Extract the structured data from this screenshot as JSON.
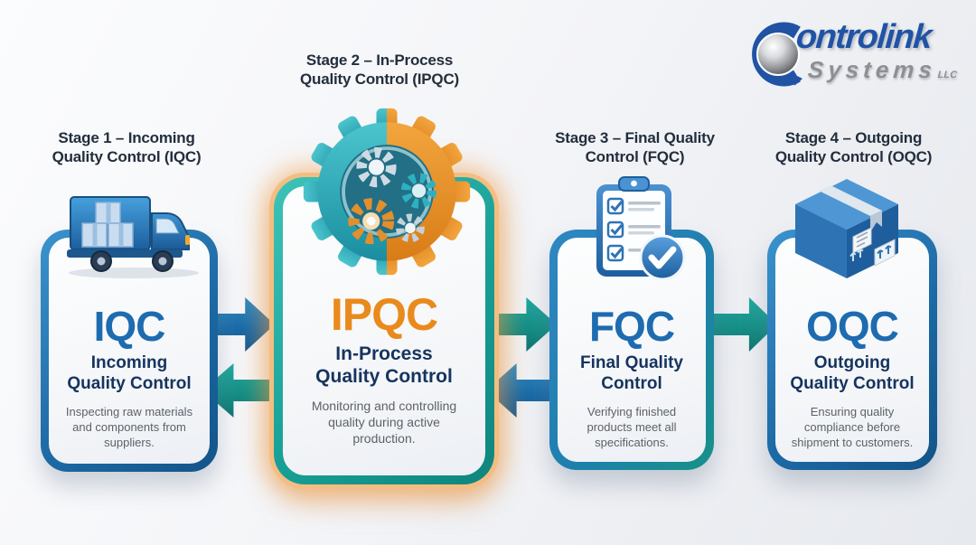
{
  "logo": {
    "name": "Controlink Systems LLC",
    "wordmark_rest": "ontrolink",
    "line2": "Systems",
    "suffix": "LLC"
  },
  "colors": {
    "blue_accent": "#1e6bb0",
    "teal_accent": "#17a096",
    "orange_accent": "#ea8a1c",
    "heading_navy": "#222e3d",
    "subtitle_navy": "#15345e",
    "body_gray": "#5c6269"
  },
  "stages": [
    {
      "id": "IQC",
      "header_line1": "Stage 1 – Incoming",
      "header_line2": "Quality Control (IQC)",
      "icon": "delivery-truck-icon",
      "acronym": "IQC",
      "subtitle_line1": "Incoming",
      "subtitle_line2": "Quality Control",
      "description": "Inspecting raw materials and components from suppliers."
    },
    {
      "id": "IPQC",
      "header_line1": "Stage 2 – In-Process",
      "header_line2": "Quality Control (IPQC)",
      "icon": "gears-icon",
      "acronym": "IPQC",
      "subtitle_line1": "In-Process",
      "subtitle_line2": "Quality Control",
      "description": "Monitoring and controlling quality during active production."
    },
    {
      "id": "FQC",
      "header_line1": "Stage 3 – Final Quality",
      "header_line2": "Control (FQC)",
      "icon": "clipboard-checklist-icon",
      "acronym": "FQC",
      "subtitle_line1": "Final Quality",
      "subtitle_line2": "Control",
      "description": "Verifying finished products meet all specifications."
    },
    {
      "id": "OQC",
      "header_line1": "Stage 4 – Outgoing",
      "header_line2": "Quality Control (OQC)",
      "icon": "shipping-box-icon",
      "acronym": "OQC",
      "subtitle_line1": "Outgoing",
      "subtitle_line2": "Quality Control",
      "description": "Ensuring quality compliance before shipment to customers."
    }
  ],
  "arrows": [
    {
      "from": "IQC",
      "to": "IPQC",
      "direction": "right",
      "color": "blue"
    },
    {
      "from": "IPQC",
      "to": "IQC",
      "direction": "left",
      "color": "teal"
    },
    {
      "from": "IPQC",
      "to": "FQC",
      "direction": "right",
      "color": "teal"
    },
    {
      "from": "FQC",
      "to": "IPQC",
      "direction": "left",
      "color": "blue"
    },
    {
      "from": "FQC",
      "to": "OQC",
      "direction": "right",
      "color": "teal"
    }
  ]
}
